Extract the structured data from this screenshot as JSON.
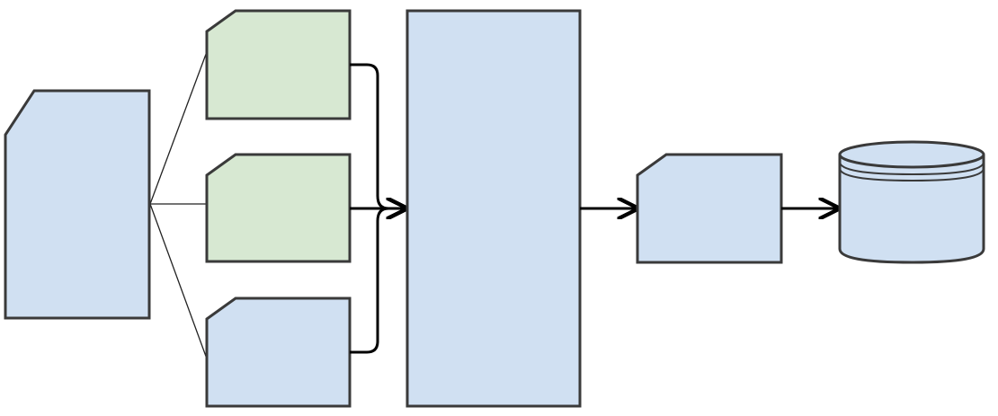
{
  "diagram": {
    "nodes": [
      {
        "id": "source-card",
        "shape": "card",
        "fill": "#d0e0f2",
        "label": ""
      },
      {
        "id": "card-top",
        "shape": "card",
        "fill": "#d7e8d2",
        "label": ""
      },
      {
        "id": "card-middle",
        "shape": "card",
        "fill": "#d7e8d2",
        "label": ""
      },
      {
        "id": "card-bottom",
        "shape": "card",
        "fill": "#d0e0f2",
        "label": ""
      },
      {
        "id": "process-block",
        "shape": "rectangle",
        "fill": "#d0e0f2",
        "label": ""
      },
      {
        "id": "output-card",
        "shape": "card",
        "fill": "#d0e0f2",
        "label": ""
      },
      {
        "id": "database",
        "shape": "cylinder",
        "fill": "#d0e0f2",
        "label": ""
      }
    ],
    "edges": [
      {
        "from": "source-card",
        "to": "card-top",
        "style": "thin-line"
      },
      {
        "from": "source-card",
        "to": "card-middle",
        "style": "thin-line"
      },
      {
        "from": "source-card",
        "to": "card-bottom",
        "style": "thin-line"
      },
      {
        "from": "card-top",
        "to": "process-block",
        "style": "bold-arrow"
      },
      {
        "from": "card-middle",
        "to": "process-block",
        "style": "bold-arrow"
      },
      {
        "from": "card-bottom",
        "to": "process-block",
        "style": "bold-arrow"
      },
      {
        "from": "process-block",
        "to": "output-card",
        "style": "bold-arrow"
      },
      {
        "from": "output-card",
        "to": "database",
        "style": "bold-arrow"
      }
    ],
    "colors": {
      "stroke": "#3a3a3a",
      "blue_fill": "#d0e0f2",
      "green_fill": "#d7e8d2",
      "arrow": "#000000"
    }
  }
}
